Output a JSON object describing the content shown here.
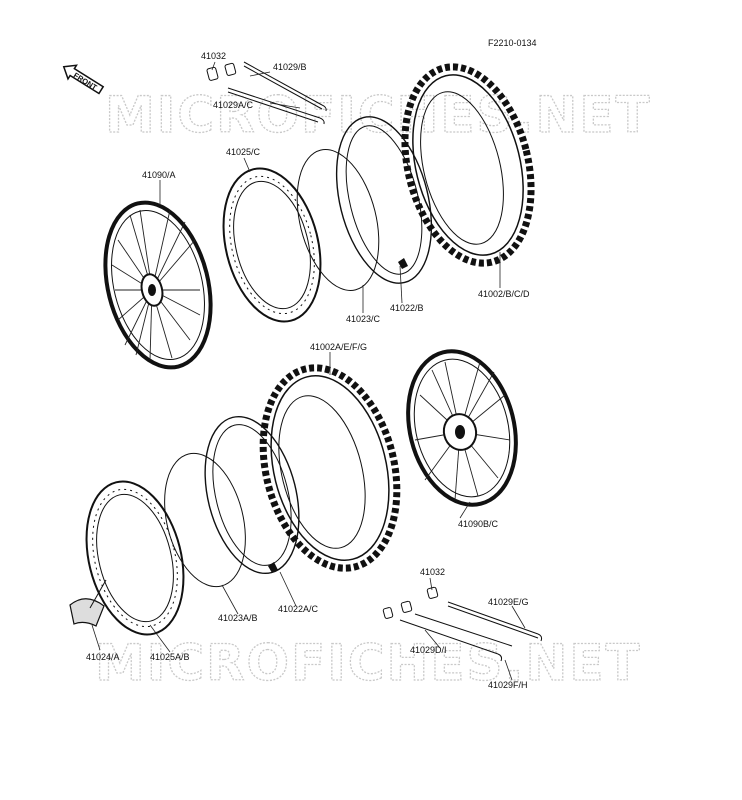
{
  "figure_code": "F2210-0134",
  "front_label": "FRONT",
  "watermark": [
    "MICROFICHES.NET",
    "MICROFICHES.NET"
  ],
  "parts": {
    "p41032_top": "41032",
    "p41029B": "41029/B",
    "p41029AC": "41029A/C",
    "p41025C": "41025/C",
    "p41090A": "41090/A",
    "p41023C": "41023/C",
    "p41022B": "41022/B",
    "p41002BCD": "41002/B/C/D",
    "p41002AEFG": "41002A/E/F/G",
    "p41090BC": "41090B/C",
    "p41032_bot": "41032",
    "p41029EG": "41029E/G",
    "p41029DI": "41029D/I",
    "p41029FH": "41029F/H",
    "p41024A": "41024/A",
    "p41025AB": "41025A/B",
    "p41023AB": "41023A/B",
    "p41022AC": "41022A/C"
  }
}
